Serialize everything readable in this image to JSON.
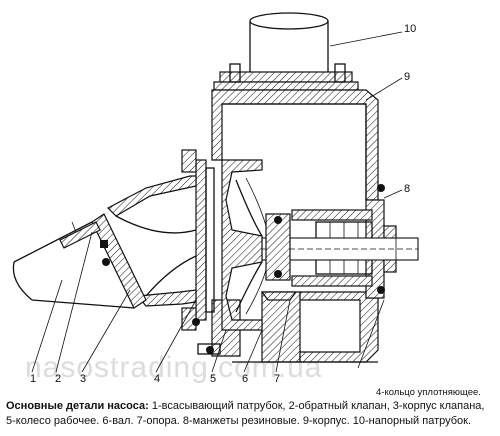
{
  "callouts": [
    "1",
    "2",
    "3",
    "4",
    "5",
    "6",
    "7",
    "8",
    "9",
    "10"
  ],
  "watermark": "nasostrading.com.ua",
  "caption": {
    "seal_note": "4-кольцо уплотняющее.",
    "title_bold": "Основные детали насоса:",
    "title_rest": " 1-всасывающий патрубок, 2-обратный клапан, 3-корпус клапана,",
    "line2": "5-колесо рабочее. 6-вал. 7-опора. 8-манжеты резиновые. 9-корпус. 10-напорный патрубок."
  }
}
